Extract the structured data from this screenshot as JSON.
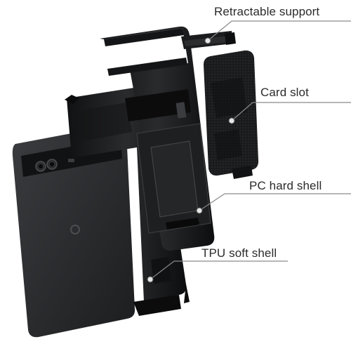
{
  "callouts": {
    "retractable_support": "Retractable support",
    "card_slot": "Card slot",
    "pc_hard_shell": "PC hard shell",
    "tpu_soft_shell": "TPU soft shell"
  },
  "colors": {
    "phone_body": "#222426",
    "case_black": "#17181a",
    "leader_line": "#8a8a8a",
    "label_text": "#2b2b2b",
    "pointer_dot": "#e6e6e6"
  }
}
